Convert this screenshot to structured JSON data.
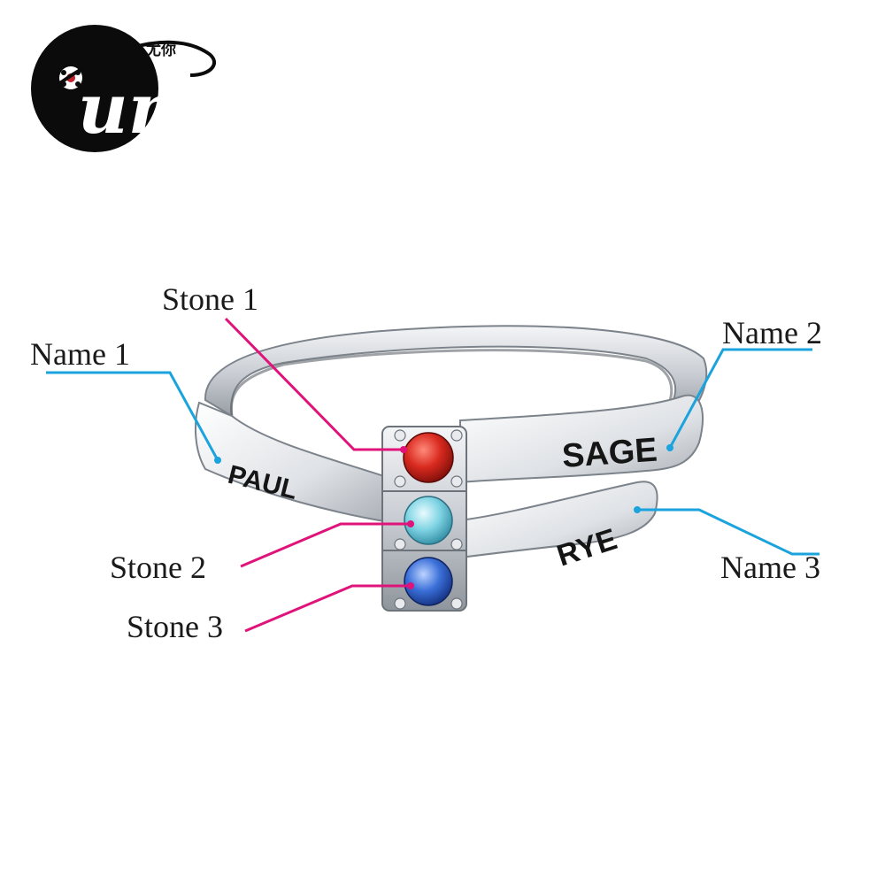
{
  "brand": {
    "logo_text": "uny",
    "logo_cjk": "尤你"
  },
  "engravings": {
    "name1": "PAUL",
    "name2": "SAGE",
    "name3": "RYE"
  },
  "callouts": {
    "stone1": "Stone 1",
    "stone2": "Stone 2",
    "stone3": "Stone 3",
    "name1": "Name 1",
    "name2": "Name 2",
    "name3": "Name 3"
  },
  "colors": {
    "stone_leader": "#e0137a",
    "name_leader": "#1aa3dc",
    "stone1": "#d92a1f",
    "stone2": "#7fd4e3",
    "stone3": "#3a6fd8",
    "metal": "#cfd3d8"
  }
}
